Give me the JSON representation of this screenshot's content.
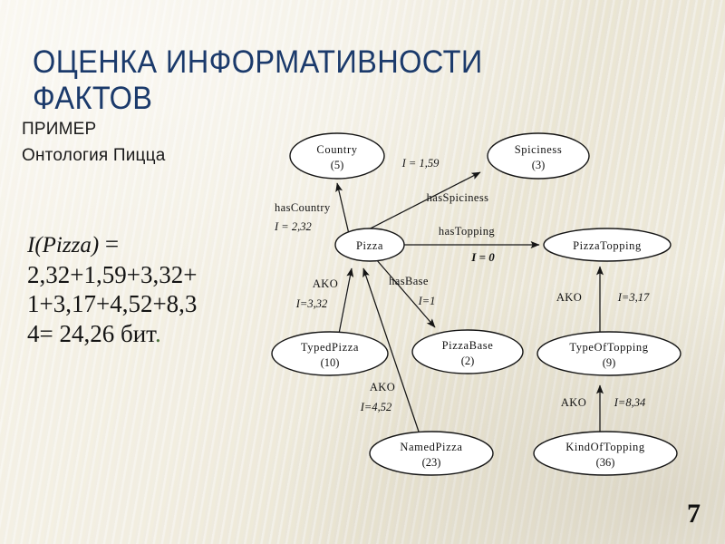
{
  "slide": {
    "title": "ОЦЕНКА ИНФОРМАТИВНОСТИ ФАКТОВ",
    "title_color": "#1b3a6b",
    "subtitle_line1": "ПРИМЕР",
    "subtitle_line2": "Онтология Пицца",
    "page_number": "7",
    "background_color": "#e9e4d4"
  },
  "formula": {
    "function_name": "I(Pizza)",
    "equals": " =",
    "line2": "2,32+1,59+3,32+",
    "line3": "1+3,17+4,52+8,3",
    "line4": "4= 24,26 бит",
    "trailing_dot": "."
  },
  "diagram": {
    "nodes": [
      {
        "id": "country",
        "label": "Country",
        "count": "(5)"
      },
      {
        "id": "spiciness",
        "label": "Spiciness",
        "count": "(3)"
      },
      {
        "id": "pizza",
        "label": "Pizza",
        "count": ""
      },
      {
        "id": "pizzatopping",
        "label": "PizzaTopping",
        "count": ""
      },
      {
        "id": "typedpizza",
        "label": "TypedPizza",
        "count": "(10)"
      },
      {
        "id": "pizzabase",
        "label": "PizzaBase",
        "count": "(2)"
      },
      {
        "id": "typeoftopping",
        "label": "TypeOfTopping",
        "count": "(9)"
      },
      {
        "id": "namedpizza",
        "label": "NamedPizza",
        "count": "(23)"
      },
      {
        "id": "kindoftopping",
        "label": "KindOfTopping",
        "count": "(36)"
      }
    ],
    "edges": [
      {
        "id": "hascountry",
        "from": "pizza",
        "to": "country",
        "label": "hasCountry",
        "value": "I = 2,32"
      },
      {
        "id": "hasspiciness",
        "from": "pizza",
        "to": "spiciness",
        "label": "hasSpiciness",
        "value": "I = 1,59"
      },
      {
        "id": "hastopping",
        "from": "pizza",
        "to": "pizzatopping",
        "label": "hasTopping",
        "value": "I = 0"
      },
      {
        "id": "hasbase",
        "from": "pizza",
        "to": "pizzabase",
        "label": "hasBase",
        "value": "I=1"
      },
      {
        "id": "ako-typed",
        "from": "typedpizza",
        "to": "pizza",
        "label": "AKO",
        "value": "I=3,32"
      },
      {
        "id": "ako-named",
        "from": "namedpizza",
        "to": "pizza",
        "label": "AKO",
        "value": "I=4,52"
      },
      {
        "id": "ako-type",
        "from": "typeoftopping",
        "to": "pizzatopping",
        "label": "AKO",
        "value": "I=3,17"
      },
      {
        "id": "ako-kind",
        "from": "kindoftopping",
        "to": "typeoftopping",
        "label": "AKO",
        "value": "I=8,34"
      }
    ]
  },
  "chart_data": {
    "type": "diagram",
    "title": "Онтология Пицца",
    "nodes": [
      {
        "name": "Country",
        "instances": 5
      },
      {
        "name": "Spiciness",
        "instances": 3
      },
      {
        "name": "Pizza",
        "instances": null
      },
      {
        "name": "PizzaTopping",
        "instances": null
      },
      {
        "name": "TypedPizza",
        "instances": 10
      },
      {
        "name": "PizzaBase",
        "instances": 2
      },
      {
        "name": "TypeOfTopping",
        "instances": 9
      },
      {
        "name": "NamedPizza",
        "instances": 23
      },
      {
        "name": "KindOfTopping",
        "instances": 36
      }
    ],
    "edges": [
      {
        "source": "Pizza",
        "target": "Country",
        "relation": "hasCountry",
        "information": 2.32
      },
      {
        "source": "Pizza",
        "target": "Spiciness",
        "relation": "hasSpiciness",
        "information": 1.59
      },
      {
        "source": "Pizza",
        "target": "PizzaTopping",
        "relation": "hasTopping",
        "information": 0
      },
      {
        "source": "Pizza",
        "target": "PizzaBase",
        "relation": "hasBase",
        "information": 1
      },
      {
        "source": "TypedPizza",
        "target": "Pizza",
        "relation": "AKO",
        "information": 3.32
      },
      {
        "source": "NamedPizza",
        "target": "Pizza",
        "relation": "AKO",
        "information": 4.52
      },
      {
        "source": "TypeOfTopping",
        "target": "PizzaTopping",
        "relation": "AKO",
        "information": 3.17
      },
      {
        "source": "KindOfTopping",
        "target": "TypeOfTopping",
        "relation": "AKO",
        "information": 8.34
      }
    ],
    "total_information_bits": 24.26
  }
}
